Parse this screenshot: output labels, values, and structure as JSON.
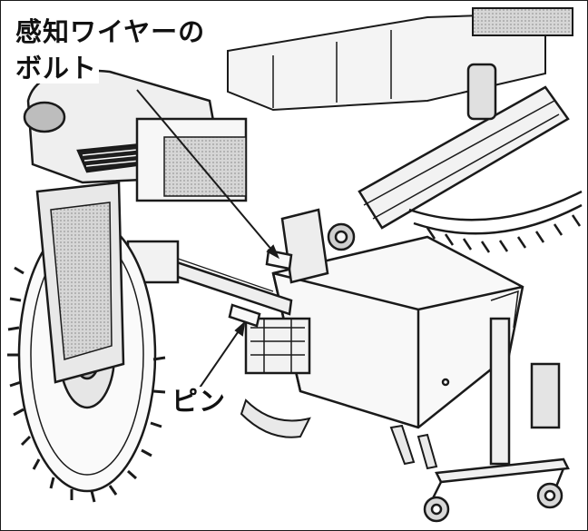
{
  "labels": {
    "sensor_wire_bolt_line1": "感知ワイヤーの",
    "sensor_wire_bolt_line2": "ボルト",
    "pin": "ピン"
  },
  "colors": {
    "line": "#1a1a1a",
    "dark_fill": "#2b2b2b",
    "mid_fill": "#8c8c8c",
    "light_fill": "#d9d9d9",
    "background": "#ffffff"
  }
}
